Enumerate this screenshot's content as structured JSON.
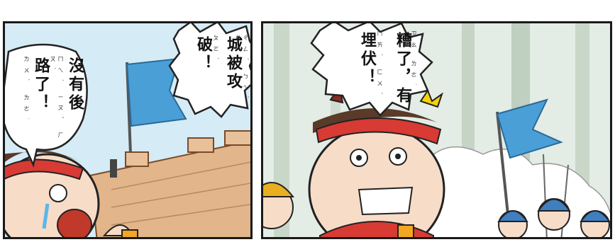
{
  "panels": [
    {
      "bubbles": [
        {
          "lines": [
            "沒有後",
            "路了！"
          ],
          "zhuyin": [
            "ㄇㄟˊ ㄧㄡˇ ㄏㄡˋ",
            "ㄌㄨˋ ㄌㄜ˙"
          ]
        },
        {
          "lines": [
            "城被攻",
            "破！"
          ],
          "zhuyin": [
            "ㄔㄥˊ ㄅㄟˋ ㄍㄨㄥ",
            "ㄆㄛˋ"
          ]
        }
      ]
    },
    {
      "bubbles": [
        {
          "lines": [
            "糟了，有",
            "埋伏！"
          ],
          "zhuyin": [
            "ㄗㄠ ㄌㄜ˙ ㄧㄡˇ",
            "ㄇㄞˊ ㄈㄨˊ"
          ]
        }
      ]
    }
  ],
  "colors": {
    "flag": "#4a9fd6",
    "headband": "#d83a34",
    "skin": "#f7dcc8",
    "wall": "#e2b58a"
  }
}
